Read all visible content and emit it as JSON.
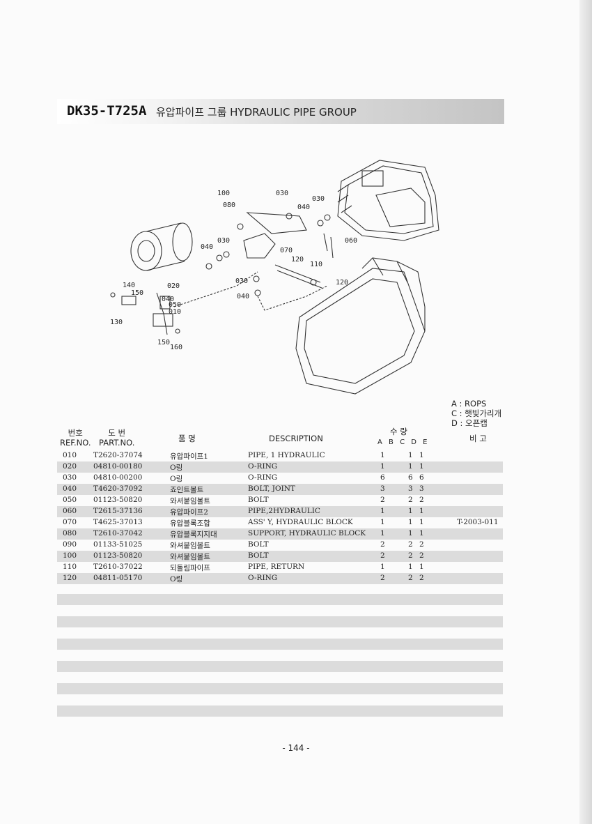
{
  "title": {
    "code": "DK35-T725A",
    "name": "유압파이프 그룹 HYDRAULIC PIPE GROUP"
  },
  "legend": [
    "A : ROPS",
    "C : 햇빛가리개",
    "D : 오픈캡"
  ],
  "headers": {
    "ref_kr": "번호",
    "ref_en": "REF.NO.",
    "part_kr": "도  번",
    "part_en": "PART.NO.",
    "name_kr": "품    명",
    "description": "DESCRIPTION",
    "qty_kr": "수      량",
    "cols": [
      "A",
      "B",
      "C",
      "D",
      "E"
    ],
    "remarks": "비  고"
  },
  "diagram_labels": [
    "100",
    "030",
    "080",
    "040",
    "030",
    "060",
    "040",
    "030",
    "070",
    "120",
    "110",
    "040",
    "030",
    "120",
    "140",
    "150",
    "020",
    "050",
    "010",
    "130",
    "150",
    "160",
    "040"
  ],
  "parts": [
    {
      "ref": "010",
      "part": "T2620-37074",
      "kr": "유압파이프1",
      "desc": "PIPE, 1 HYDRAULIC",
      "a": "1",
      "c": "1",
      "d": "1",
      "rem": ""
    },
    {
      "ref": "020",
      "part": "04810-00180",
      "kr": "O링",
      "desc": "O-RING",
      "a": "1",
      "c": "1",
      "d": "1",
      "rem": ""
    },
    {
      "ref": "030",
      "part": "04810-00200",
      "kr": "O링",
      "desc": "O-RING",
      "a": "6",
      "c": "6",
      "d": "6",
      "rem": ""
    },
    {
      "ref": "040",
      "part": "T4620-37092",
      "kr": "죠인트볼트",
      "desc": "BOLT, JOINT",
      "a": "3",
      "c": "3",
      "d": "3",
      "rem": ""
    },
    {
      "ref": "050",
      "part": "01123-50820",
      "kr": "와셔붙임볼트",
      "desc": "BOLT",
      "a": "2",
      "c": "2",
      "d": "2",
      "rem": ""
    },
    {
      "ref": "060",
      "part": "T2615-37136",
      "kr": "유압파이프2",
      "desc": "PIPE,2HYDRAULIC",
      "a": "1",
      "c": "1",
      "d": "1",
      "rem": ""
    },
    {
      "ref": "070",
      "part": "T4625-37013",
      "kr": "유압블록조합",
      "desc": "ASS' Y, HYDRAULIC BLOCK",
      "a": "1",
      "c": "1",
      "d": "1",
      "rem": "T-2003-011"
    },
    {
      "ref": "080",
      "part": "T2610-37042",
      "kr": "유압블록지지대",
      "desc": "SUPPORT, HYDRAULIC BLOCK",
      "a": "1",
      "c": "1",
      "d": "1",
      "rem": ""
    },
    {
      "ref": "090",
      "part": "01133-51025",
      "kr": "와셔붙임볼트",
      "desc": "BOLT",
      "a": "2",
      "c": "2",
      "d": "2",
      "rem": ""
    },
    {
      "ref": "100",
      "part": "01123-50820",
      "kr": "와셔붙임볼트",
      "desc": "BOLT",
      "a": "2",
      "c": "2",
      "d": "2",
      "rem": ""
    },
    {
      "ref": "110",
      "part": "T2610-37022",
      "kr": "되돌림파이프",
      "desc": "PIPE, RETURN",
      "a": "1",
      "c": "1",
      "d": "1",
      "rem": ""
    },
    {
      "ref": "120",
      "part": "04811-05170",
      "kr": "O링",
      "desc": "O-RING",
      "a": "2",
      "c": "2",
      "d": "2",
      "rem": ""
    }
  ],
  "page_number": "- 144 -"
}
